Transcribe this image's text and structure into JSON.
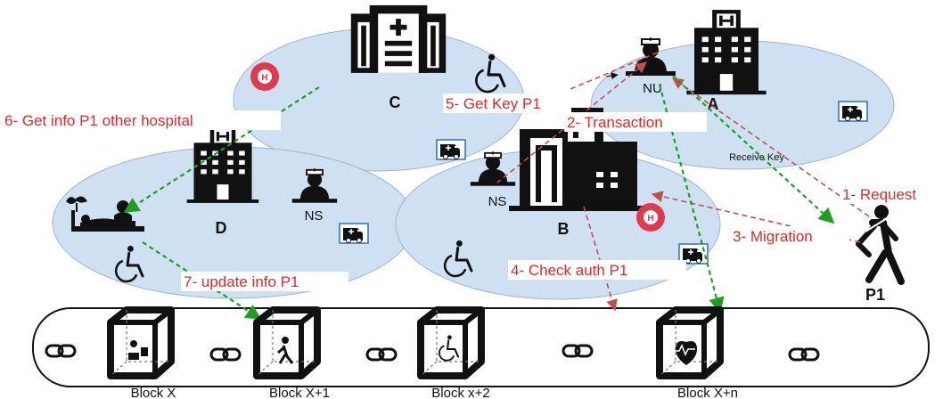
{
  "nodes": {
    "a": {
      "letter": "A",
      "nurse": "NU",
      "note": "Receive Key"
    },
    "b": {
      "letter": "B",
      "nurse": "NS"
    },
    "c": {
      "letter": "C"
    },
    "d": {
      "letter": "D",
      "nurse": "NS"
    }
  },
  "badges": {
    "hospital_sign": "H"
  },
  "patient": {
    "label": "P1"
  },
  "steps": {
    "s1": "1- Request",
    "s2": "2- Transaction",
    "s3": "3- Migration",
    "s4": "4- Check auth P1",
    "s5": "5- Get Key P1",
    "s6": "6- Get info P1 other hospital",
    "s7": "7- update info P1"
  },
  "blocks": [
    "Block X",
    "Block X+1",
    "Block x+2",
    "Block X+n"
  ],
  "colors": {
    "zone_fill": "#cfe0f3",
    "zone_stroke": "#9eb4cc",
    "step_text": "#d92b2b",
    "red_arrow": "#c0504d",
    "green_arrow": "#1f9e1f",
    "h_badge": "#e03a4e"
  },
  "icons": [
    "hospital-building-icon",
    "nurse-icon",
    "wheelchair-icon",
    "ambulance-icon",
    "hospital-h-badge-icon",
    "patient-walking-icon",
    "patient-bed-icon",
    "blockchain-block-icon",
    "chain-link-icon"
  ]
}
